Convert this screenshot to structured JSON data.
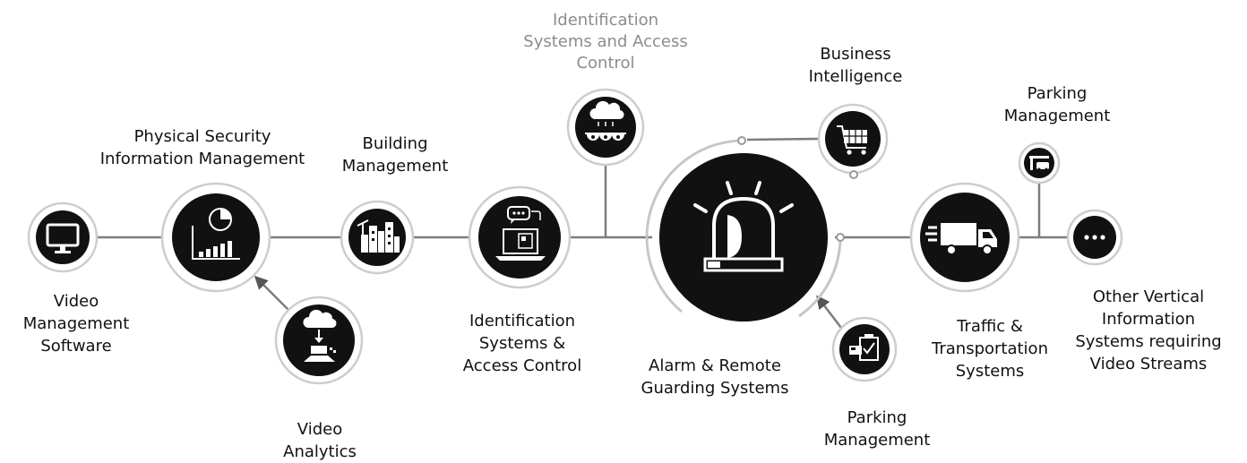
{
  "nodes": {
    "video_management": {
      "label": [
        "Video",
        "Management",
        "Software"
      ],
      "icon": "monitor-icon"
    },
    "psim": {
      "label": [
        "Physical Security",
        "Information Management"
      ],
      "icon": "analytics-chart-icon"
    },
    "video_analytics": {
      "label": [
        "Video",
        "Analytics"
      ],
      "icon": "cloud-download-icon"
    },
    "building_management": {
      "label": [
        "Building",
        "Management"
      ],
      "icon": "city-buildings-icon"
    },
    "identification_access": {
      "label": [
        "Identification",
        "Systems &",
        "Access Control"
      ],
      "icon": "laptop-chat-icon"
    },
    "identification_access_top": {
      "label": [
        "Identification",
        "Systems and Access",
        "Control"
      ],
      "icon": "cloud-cameras-icon"
    },
    "alarm_guarding": {
      "label": [
        "Alarm & Remote",
        "Guarding Systems"
      ],
      "icon": "siren-icon"
    },
    "business_intelligence": {
      "label": [
        "Business",
        "Intelligence"
      ],
      "icon": "shopping-cart-icon"
    },
    "parking_management_bottom": {
      "label": [
        "Parking",
        "Management"
      ],
      "icon": "clipboard-check-icon"
    },
    "traffic_transportation": {
      "label": [
        "Traffic &",
        "Transportation",
        "Systems"
      ],
      "icon": "truck-icon"
    },
    "parking_management_top": {
      "label": [
        "Parking",
        "Management"
      ],
      "icon": "parking-gate-icon"
    },
    "other_vertical": {
      "label": [
        "Other Vertical",
        "Information",
        "Systems requiring",
        "Video Streams"
      ],
      "icon": "more-dots-icon"
    }
  },
  "colors": {
    "node": "#111111",
    "ring": "#cdcdcd",
    "connector": "#7d7d7d",
    "text": "#111111",
    "muted_text": "#8c8c8c"
  }
}
